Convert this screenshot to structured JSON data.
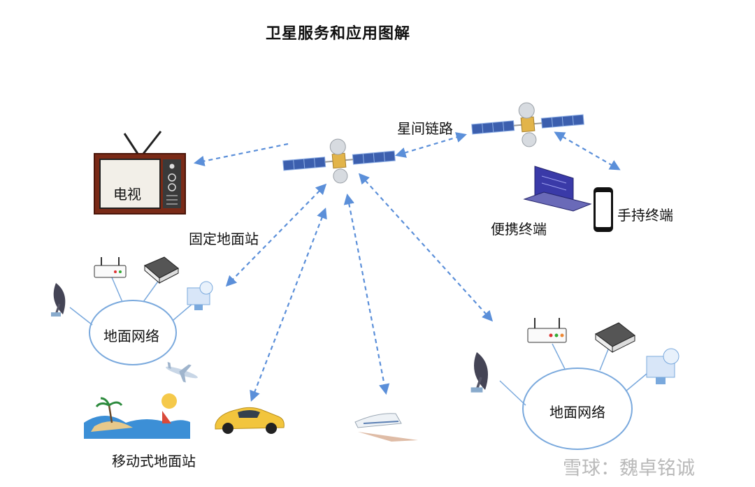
{
  "title": "卫星服务和应用图解",
  "labels": {
    "inter_satellite_link": "星间链路",
    "tv": "电视",
    "fixed_ground_station": "固定地面站",
    "portable_terminal": "便携终端",
    "handheld_terminal": "手持终端",
    "ground_network_left": "地面网络",
    "ground_network_right": "地面网络",
    "mobile_ground_station": "移动式地面站"
  },
  "watermark": "雪球：魏卓铭诚",
  "colors": {
    "link_arrow": "#5b8fd9",
    "network_ellipse": "#7aa9dd",
    "tv_frame": "#7a2a17",
    "solar_panel": "#3c5fae",
    "car": "#f2c53d",
    "watermark": "#b9b9b9"
  },
  "icons": [
    "satellite-icon",
    "tv-icon",
    "laptop-icon",
    "phone-icon",
    "router-icon",
    "dish-antenna-icon",
    "server-icon",
    "monitor-icon",
    "airplane-icon",
    "beach-island-icon",
    "car-icon",
    "train-icon"
  ]
}
